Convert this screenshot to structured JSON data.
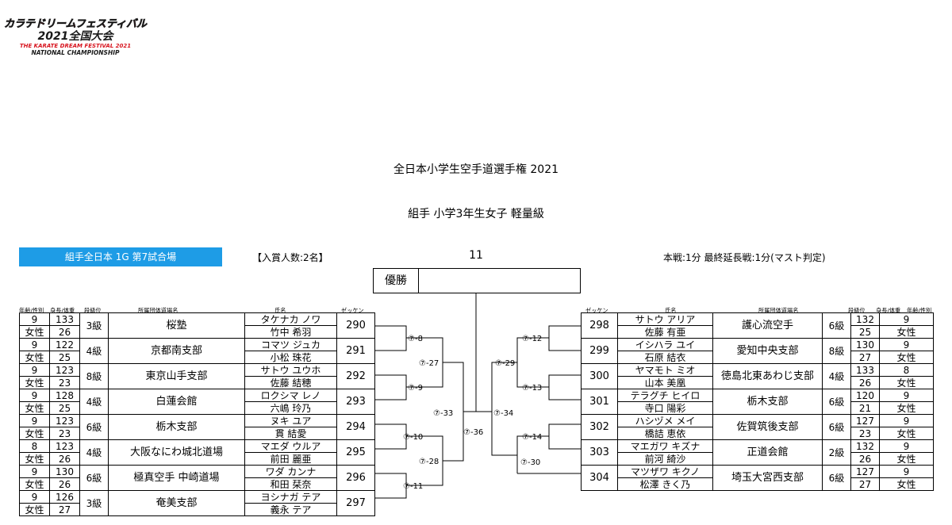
{
  "logo": {
    "lines": [
      "カラテドリームフェスティバル",
      "2021全国大会",
      "THE KARATE DREAM FESTIVAL 2021",
      "NATIONAL CHAMPIONSHIP"
    ],
    "colors": {
      "red": "#d7141e",
      "dark": "#1a1a1a"
    }
  },
  "header": {
    "title": "全日本小学生空手道選手権 2021",
    "subtitle": "組手 小学3年生女子 軽量級"
  },
  "info": {
    "venue": "組手全日本 1G 第7試合場",
    "venue_color": "#1e9ce6",
    "prize": "【入賞人数:2名】",
    "bracket_id": "11",
    "rule": "本戦:1分 最終延長戦:1分(マスト判定)",
    "winner_label": "優勝"
  },
  "columns": {
    "age_sex": "年齢/性別",
    "height_weight": "身長/体重",
    "rank": "段級位",
    "dojo": "所属団体道場名",
    "name": "氏名",
    "zekken": "ゼッケン"
  },
  "left": [
    {
      "age": "9",
      "sex": "女性",
      "height": "133",
      "weight": "26",
      "rank": "3級",
      "dojo": "桜塾",
      "kana": "タケナカ ノワ",
      "kanji": "竹中 希羽",
      "zekken": "290"
    },
    {
      "age": "9",
      "sex": "女性",
      "height": "122",
      "weight": "25",
      "rank": "4級",
      "dojo": "京都南支部",
      "kana": "コマツ ジュカ",
      "kanji": "小松 珠花",
      "zekken": "291"
    },
    {
      "age": "9",
      "sex": "女性",
      "height": "123",
      "weight": "23",
      "rank": "8級",
      "dojo": "東京山手支部",
      "kana": "サトウ ユウホ",
      "kanji": "佐藤 結穂",
      "zekken": "292"
    },
    {
      "age": "9",
      "sex": "女性",
      "height": "128",
      "weight": "25",
      "rank": "4級",
      "dojo": "白蓮会館",
      "kana": "ロクシマ レノ",
      "kanji": "六嶋 玲乃",
      "zekken": "293"
    },
    {
      "age": "9",
      "sex": "女性",
      "height": "123",
      "weight": "23",
      "rank": "6級",
      "dojo": "栃木支部",
      "kana": "ヌキ ユア",
      "kanji": "貫 結愛",
      "zekken": "294"
    },
    {
      "age": "8",
      "sex": "女性",
      "height": "123",
      "weight": "26",
      "rank": "4級",
      "dojo": "大阪なにわ城北道場",
      "kana": "マエダ ウルア",
      "kanji": "前田 麗亜",
      "zekken": "295"
    },
    {
      "age": "9",
      "sex": "女性",
      "height": "130",
      "weight": "26",
      "rank": "6級",
      "dojo": "極真空手 中崎道場",
      "kana": "ワダ カンナ",
      "kanji": "和田 栞奈",
      "zekken": "296"
    },
    {
      "age": "9",
      "sex": "女性",
      "height": "126",
      "weight": "27",
      "rank": "3級",
      "dojo": "奄美支部",
      "kana": "ヨシナガ テア",
      "kanji": "義永 テア",
      "zekken": "297"
    }
  ],
  "right": [
    {
      "zekken": "298",
      "kana": "サトウ アリア",
      "kanji": "佐藤 有亜",
      "dojo": "護心流空手",
      "rank": "6級",
      "height": "132",
      "weight": "25",
      "age": "9",
      "sex": "女性"
    },
    {
      "zekken": "299",
      "kana": "イシハラ ユイ",
      "kanji": "石原 結衣",
      "dojo": "愛知中央支部",
      "rank": "8級",
      "height": "130",
      "weight": "27",
      "age": "9",
      "sex": "女性"
    },
    {
      "zekken": "300",
      "kana": "ヤマモト ミオ",
      "kanji": "山本 美凰",
      "dojo": "徳島北東あわじ支部",
      "rank": "4級",
      "height": "133",
      "weight": "26",
      "age": "8",
      "sex": "女性"
    },
    {
      "zekken": "301",
      "kana": "テラグチ ヒイロ",
      "kanji": "寺口 陽彩",
      "dojo": "栃木支部",
      "rank": "6級",
      "height": "120",
      "weight": "21",
      "age": "9",
      "sex": "女性"
    },
    {
      "zekken": "302",
      "kana": "ハシヅメ メイ",
      "kanji": "橋詰 恵依",
      "dojo": "佐賀筑後支部",
      "rank": "6級",
      "height": "127",
      "weight": "23",
      "age": "9",
      "sex": "女性"
    },
    {
      "zekken": "303",
      "kana": "マエガワ キズナ",
      "kanji": "前河 綺沙",
      "dojo": "正道会館",
      "rank": "2級",
      "height": "132",
      "weight": "26",
      "age": "9",
      "sex": "女性"
    },
    {
      "zekken": "304",
      "kana": "マツザワ キクノ",
      "kanji": "松澤 きく乃",
      "dojo": "埼玉大宮西支部",
      "rank": "6級",
      "height": "127",
      "weight": "27",
      "age": "9",
      "sex": "女性"
    }
  ],
  "matches": {
    "L1": "⑦-8",
    "L2": "⑦-9",
    "L3": "⑦-10",
    "L4": "⑦-11",
    "L5": "⑦-27",
    "L6": "⑦-28",
    "L7": "⑦-33",
    "R1": "⑦-12",
    "R2": "⑦-13",
    "R3": "⑦-14",
    "R4": "⑦-30",
    "R5": "⑦-29",
    "R6": "⑦-34",
    "F": "⑦-36"
  }
}
